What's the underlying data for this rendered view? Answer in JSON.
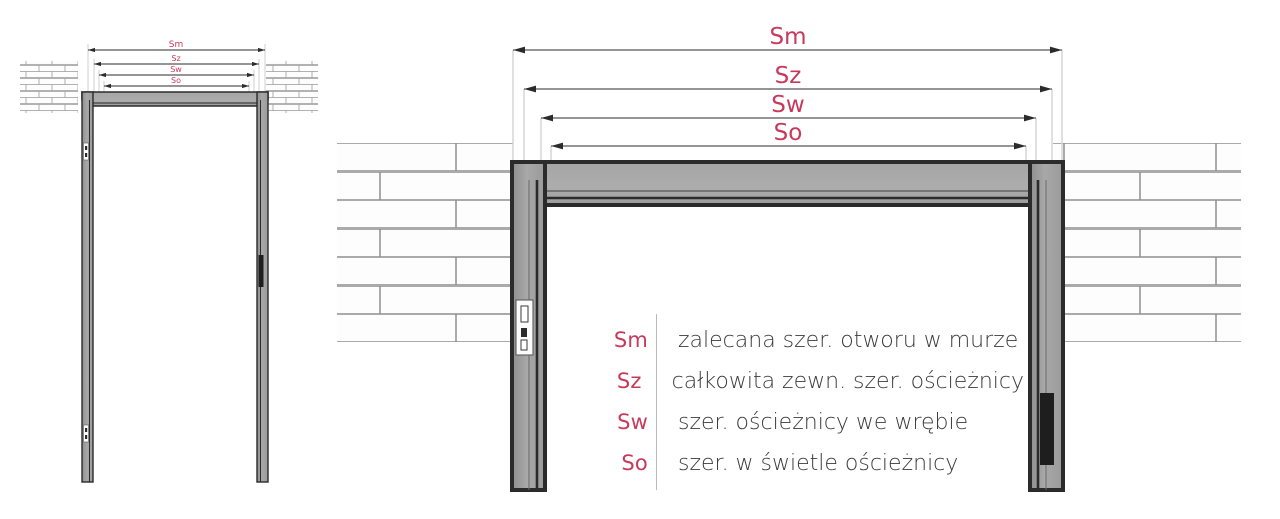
{
  "diagram": {
    "title": "Door frame width dimensions diagram",
    "colors": {
      "label_red": "#c8395b",
      "frame_gray": "#9e9e9e",
      "frame_gray_light": "#b0b0b0",
      "frame_outline_dark": "#2b2b2b",
      "brick_outline": "#8a8a8a",
      "brick_fill": "#fdfdfd",
      "dimension_line": "#3a3a3a",
      "extension_line": "#d2d2d2",
      "legend_text": "#3a3a3a",
      "legend_divider": "#b9b9b9",
      "background": "#ffffff"
    },
    "small_view": {
      "dimension_labels": [
        "Sm",
        "Sz",
        "Sw",
        "So"
      ]
    },
    "large_view": {
      "dimension_labels": [
        "Sm",
        "Sz",
        "Sw",
        "So"
      ]
    }
  },
  "legend": {
    "rows": [
      {
        "symbol": "Sm",
        "description": "zalecana szer. otworu w murze"
      },
      {
        "symbol": "Sz",
        "description": "całkowita zewn. szer. ościeżnicy"
      },
      {
        "symbol": "Sw",
        "description": "szer. ościeżnicy we wrębie"
      },
      {
        "symbol": "So",
        "description": "szer. w świetle ościeżnicy"
      }
    ]
  },
  "icons": {
    "strike_plate": "strike-plate-icon",
    "hinge": "hinge-icon",
    "arrow_head": "arrow-head-icon"
  }
}
